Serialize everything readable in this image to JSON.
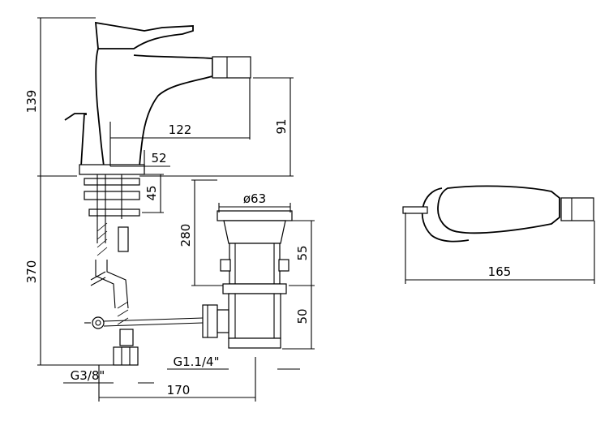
{
  "drawing": {
    "dims": {
      "height_total": "139",
      "spout_height": "91",
      "spout_reach": "122",
      "lever_offset": "52",
      "shank_length": "45",
      "supply_length": "370",
      "waste_diameter": "ø63",
      "waste_height": "280",
      "waste_upper": "55",
      "waste_lower": "50",
      "waste_thread": "G1.1/4\"",
      "supply_thread": "G3/8\"",
      "waste_distance": "170",
      "top_length": "165"
    }
  }
}
